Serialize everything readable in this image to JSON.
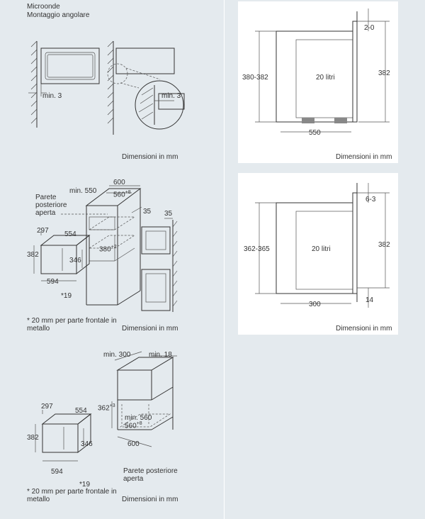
{
  "header": {
    "line1": "Microonde",
    "line2": "Montaggio angolare"
  },
  "common": {
    "units_caption": "Dimensioni in mm",
    "volume": "20 litri"
  },
  "corner_install": {
    "min_gap_left": "min. 3",
    "min_gap_detail": "min. 3"
  },
  "tall_unit": {
    "cabinet_depth": "600",
    "min_width": "min. 550",
    "niche_width": "560",
    "niche_width_tol": "+8",
    "back_gap": "35",
    "back_gap_side": "35",
    "niche_height": "380",
    "niche_height_tol": "+2",
    "open_back_label": "Parete posteriore aperta",
    "footnote": "* 20 mm per parte frontale in metallo"
  },
  "appliance": {
    "depth": "297",
    "width": "554",
    "height": "382",
    "inner_height": "346",
    "front_width": "594",
    "front_panel": "*19"
  },
  "wall_unit": {
    "min_depth": "min. 300",
    "min_top": "min. 18",
    "niche_height": "362",
    "niche_height_tol": "+3",
    "niche_width": "min. 560",
    "niche_width_tol": "+8",
    "cabinet_depth": "600",
    "open_back_label": "Parete posteriore aperta",
    "footnote": "* 20 mm per parte frontale in metallo"
  },
  "side_view_top": {
    "gap_top": "2-0",
    "niche_height": "380-382",
    "device_height": "382",
    "depth": "550"
  },
  "side_view_bottom": {
    "gap_top": "6-3",
    "niche_height": "362-365",
    "device_height": "382",
    "depth": "300",
    "bottom_offset": "14"
  }
}
